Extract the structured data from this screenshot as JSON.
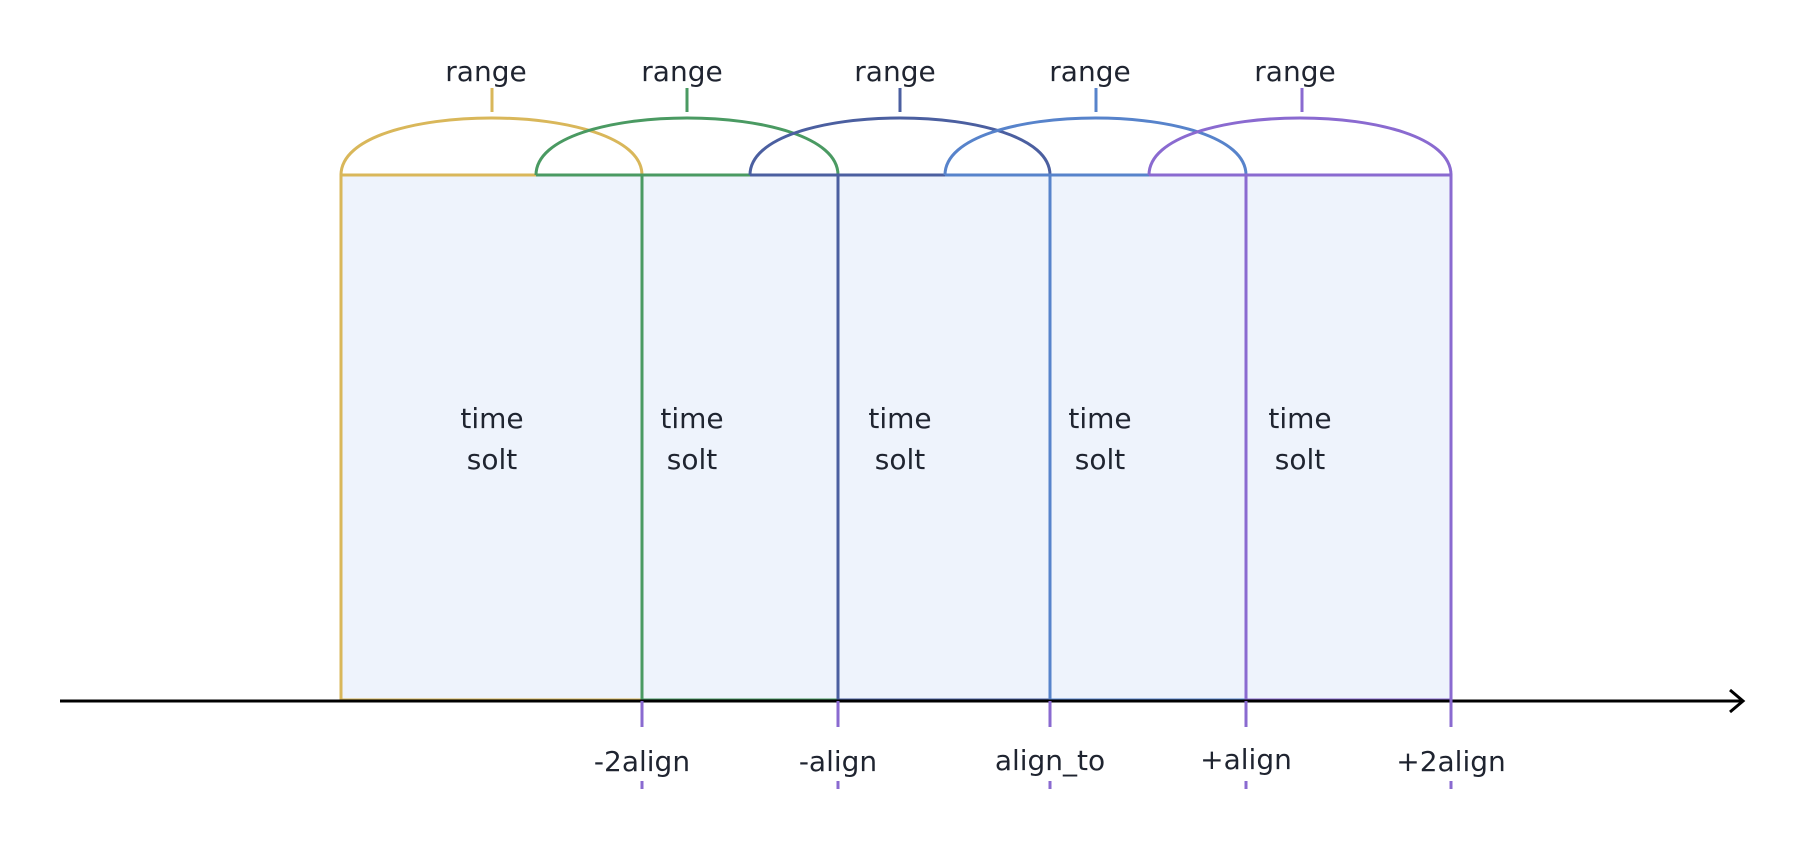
{
  "diagram": {
    "colors": {
      "yellow": "#d9b75a",
      "green": "#4a9a62",
      "navy": "#4b5fa0",
      "blue": "#5783cb",
      "purple": "#8a6ad0",
      "fill": "#eef3fc",
      "axis": "#000000",
      "tick": "#8a6ad0"
    },
    "slots": [
      {
        "range_label": "range",
        "line1": "time",
        "line2": "solt",
        "color": "#d9b75a"
      },
      {
        "range_label": "range",
        "line1": "time",
        "line2": "solt",
        "color": "#4a9a62"
      },
      {
        "range_label": "range",
        "line1": "time",
        "line2": "solt",
        "color": "#4b5fa0"
      },
      {
        "range_label": "range",
        "line1": "time",
        "line2": "solt",
        "color": "#5783cb"
      },
      {
        "range_label": "range",
        "line1": "time",
        "line2": "solt",
        "color": "#8a6ad0"
      }
    ],
    "tick_labels": [
      "-2align",
      "-align",
      "align_to",
      "+align",
      "+2align"
    ]
  }
}
